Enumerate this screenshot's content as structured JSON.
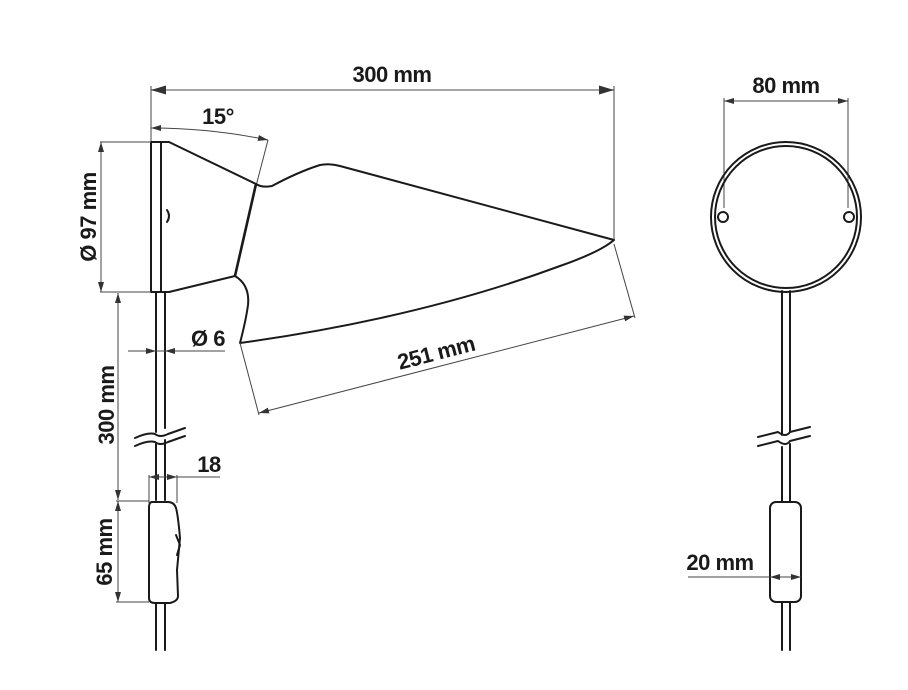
{
  "drawing": {
    "title": "Wall lamp technical dimension drawing",
    "views": {
      "side": {
        "dimensions": {
          "overall_length": "300 mm",
          "tilt_angle": "15°",
          "canopy_diameter": "Ø 97 mm",
          "cable_diameter": "Ø 6",
          "cable_length": "300 mm",
          "switch_depth": "18",
          "switch_length": "65 mm",
          "shade_length": "251 mm"
        }
      },
      "front": {
        "dimensions": {
          "mounting_hole_spacing": "80 mm",
          "switch_width": "20 mm"
        }
      }
    },
    "colors": {
      "line": "#1a1a1a",
      "dimension_line": "#444444",
      "background": "#ffffff"
    }
  }
}
